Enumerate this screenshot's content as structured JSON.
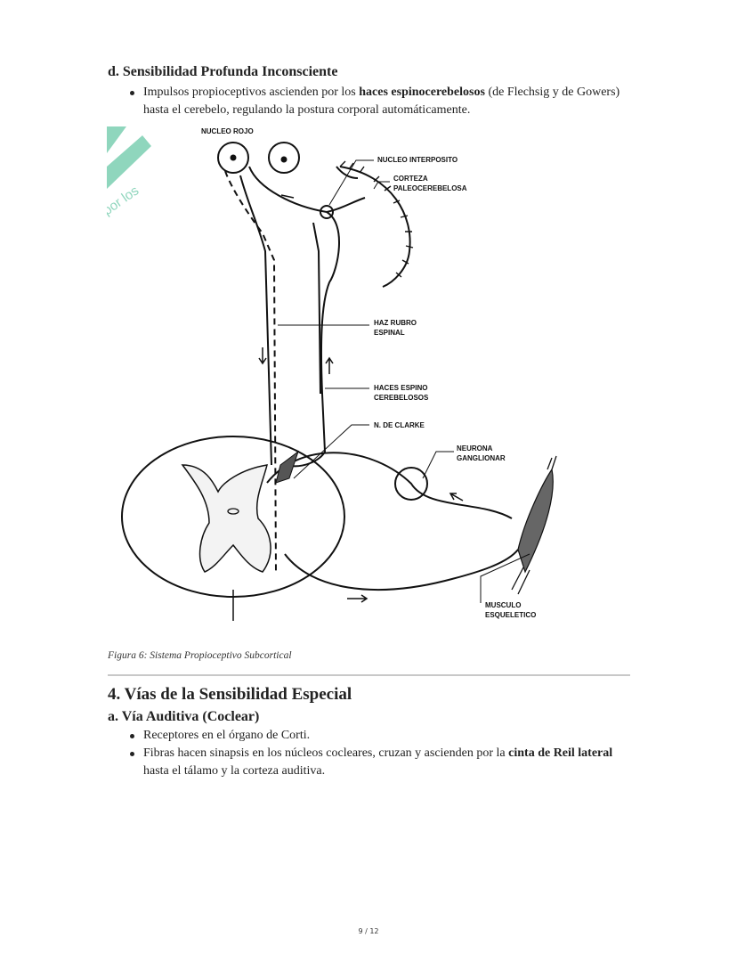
{
  "section_d": {
    "heading": "d. Sensibilidad Profunda Inconsciente",
    "bullets": [
      {
        "pre": "Impulsos propioceptivos ascienden por los ",
        "bold": "haces espinocerebelosos",
        "post": " (de Flechsig y de Gowers) hasta el cerebelo, regulando la postura corporal automáticamente."
      }
    ]
  },
  "figure": {
    "labels": {
      "nucleo_rojo": "NUCLEO ROJO",
      "nucleo_interposito": "NUCLEO INTERPOSITO",
      "corteza_1": "CORTEZA",
      "corteza_2": "PALEOCEREBELOSA",
      "haz_1": "HAZ RUBRO",
      "haz_2": "ESPINAL",
      "haces_1": "HACES ESPINO",
      "haces_2": "CEREBELOSOS",
      "clarke": "N. DE CLARKE",
      "neurona_1": "NEURONA",
      "neurona_2": "GANGLIONAR",
      "musculo_1": "MUSCULO",
      "musculo_2": "ESQUELETICO"
    },
    "watermark": "por los estudiantes",
    "watermark_color": "#8fd6bd",
    "caption": "Figura 6: Sistema Propioceptivo Subcortical"
  },
  "section_4": {
    "heading": "4. Vías de la Sensibilidad Especial",
    "sub_heading": "a. Vía Auditiva (Coclear)",
    "bullets": [
      {
        "pre": "Receptores en el órgano de Corti.",
        "bold": "",
        "post": ""
      },
      {
        "pre": "Fibras hacen sinapsis en los núcleos cocleares, cruzan y ascienden por la ",
        "bold": "cinta de Reil lateral",
        "post": " hasta el tálamo y la corteza auditiva."
      }
    ]
  },
  "footer": {
    "page": "9 / 12"
  }
}
